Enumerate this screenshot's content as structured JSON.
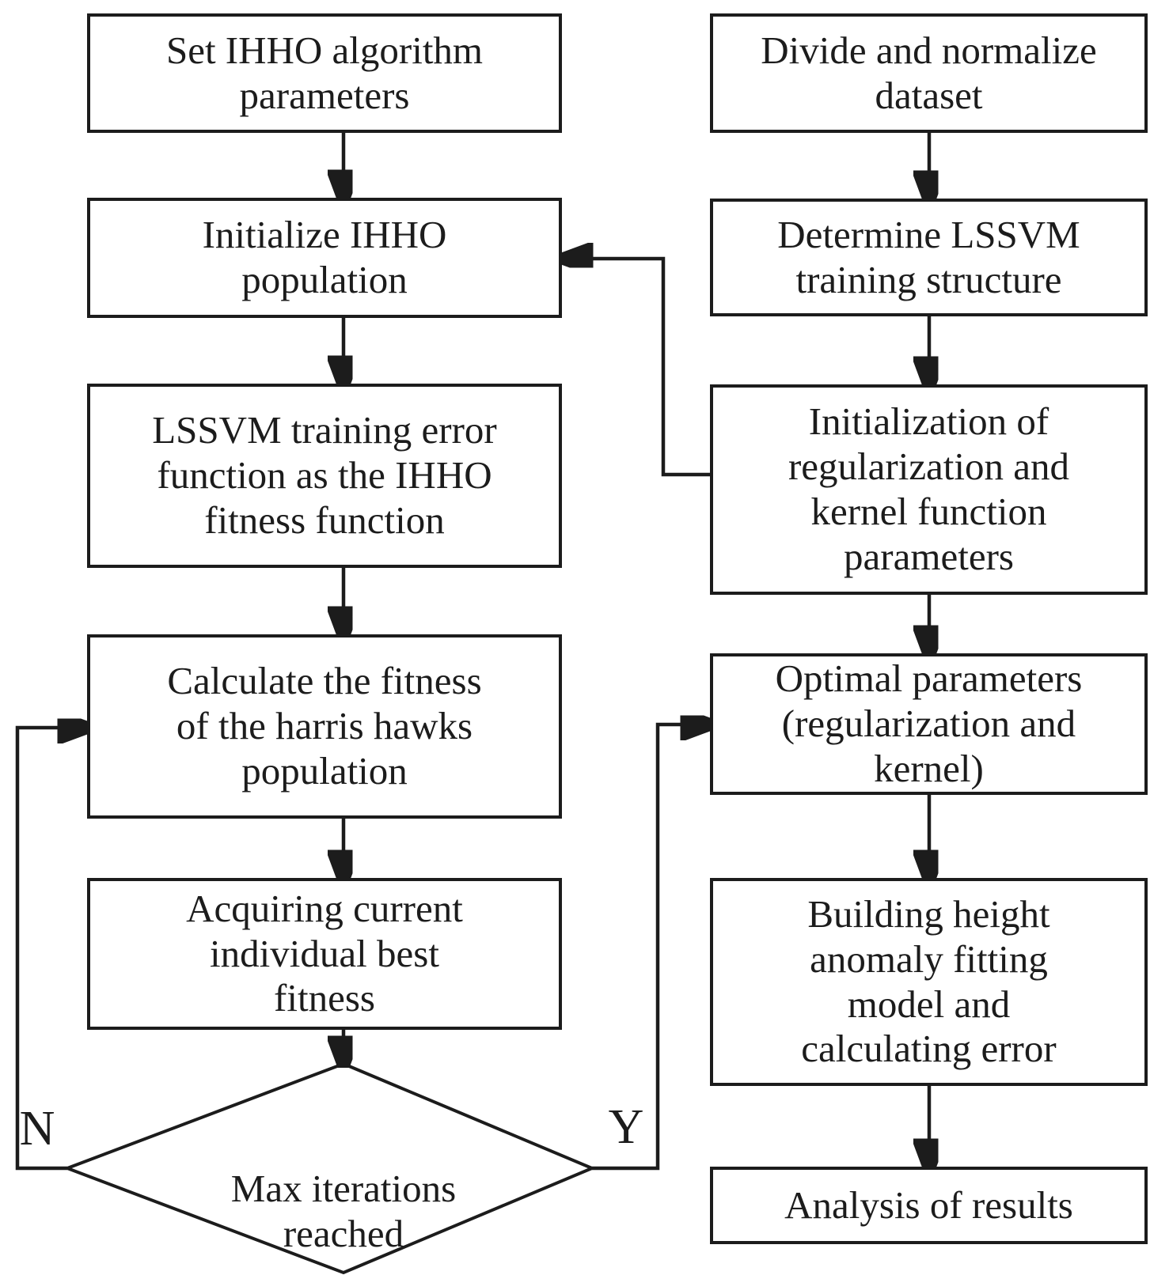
{
  "colors": {
    "ink": "#1c1c1c",
    "background": "#ffffff"
  },
  "nodes": {
    "set_params": {
      "label": "Set IHHO algorithm\nparameters"
    },
    "init_population": {
      "label": "Initialize IHHO\npopulation"
    },
    "fitness_function": {
      "label": "LSSVM training error\nfunction as the IHHO\nfitness function"
    },
    "calc_fitness": {
      "label": "Calculate the fitness\nof the harris hawks\npopulation"
    },
    "acquire_best": {
      "label": "Acquiring current\nindividual best\nfitness"
    },
    "max_iterations": {
      "label": "Max iterations\nreached"
    },
    "divide_dataset": {
      "label": "Divide and normalize\ndataset"
    },
    "determine_structure": {
      "label": "Determine LSSVM\ntraining structure"
    },
    "init_regularization": {
      "label": "Initialization of\nregularization and\nkernel function\nparameters"
    },
    "optimal_params": {
      "label": "Optimal parameters\n(regularization and\nkernel)"
    },
    "building_model": {
      "label": "Building height\nanomaly fitting\nmodel and\ncalculating error"
    },
    "analysis": {
      "label": "Analysis of results"
    }
  },
  "edge_labels": {
    "no": "N",
    "yes": "Y"
  }
}
